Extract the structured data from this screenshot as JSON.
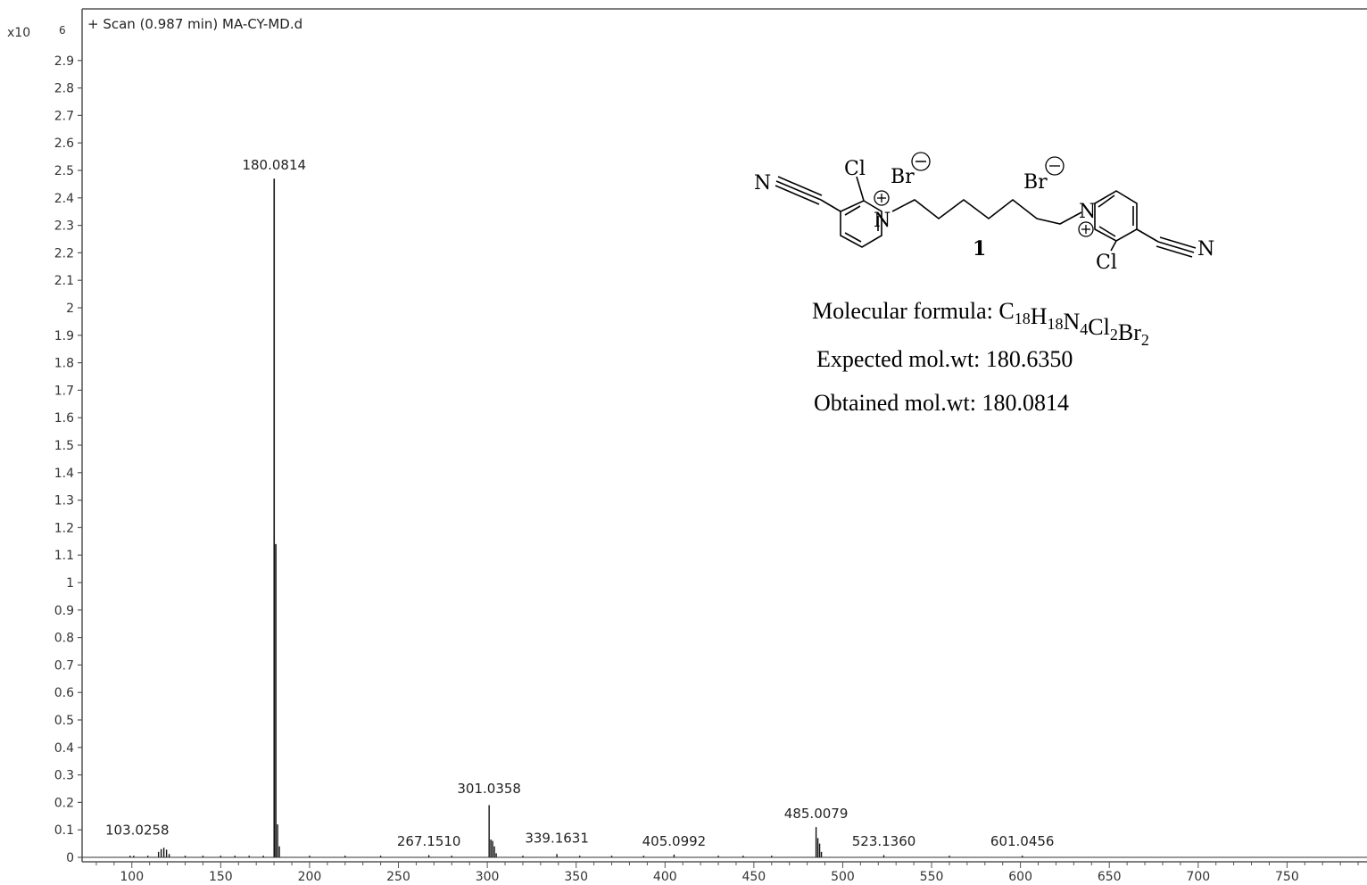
{
  "chart_data": {
    "type": "bar",
    "title": "+ Scan (0.987 min) MA-CY-MD.d",
    "y_multiplier_label": "x10",
    "y_multiplier_exp": "6",
    "xlim": [
      72,
      795
    ],
    "ylim": [
      0,
      3.0
    ],
    "x_ticks": [
      100,
      150,
      200,
      250,
      300,
      350,
      400,
      450,
      500,
      550,
      600,
      650,
      700,
      750
    ],
    "y_ticks": [
      "0",
      "0.1",
      "0.2",
      "0.3",
      "0.4",
      "0.5",
      "0.6",
      "0.7",
      "0.8",
      "0.9",
      "1",
      "1.1",
      "1.2",
      "1.3",
      "1.4",
      "1.5",
      "1.6",
      "1.7",
      "1.8",
      "1.9",
      "2",
      "2.1",
      "2.2",
      "2.3",
      "2.4",
      "2.5",
      "2.6",
      "2.7",
      "2.8",
      "2.9"
    ],
    "peaks": [
      {
        "x": 99,
        "y": 0.006
      },
      {
        "x": 101,
        "y": 0.006
      },
      {
        "x": 109,
        "y": 0.006
      },
      {
        "x": 115,
        "y": 0.02
      },
      {
        "x": 116.5,
        "y": 0.03
      },
      {
        "x": 118,
        "y": 0.035
      },
      {
        "x": 119.5,
        "y": 0.028
      },
      {
        "x": 121,
        "y": 0.012
      },
      {
        "x": 130,
        "y": 0.006
      },
      {
        "x": 140,
        "y": 0.006
      },
      {
        "x": 150,
        "y": 0.006
      },
      {
        "x": 158,
        "y": 0.006
      },
      {
        "x": 166,
        "y": 0.006
      },
      {
        "x": 174,
        "y": 0.006
      },
      {
        "x": 180.0814,
        "y": 2.47
      },
      {
        "x": 181,
        "y": 1.14
      },
      {
        "x": 182,
        "y": 0.12
      },
      {
        "x": 183,
        "y": 0.04
      },
      {
        "x": 200,
        "y": 0.006
      },
      {
        "x": 220,
        "y": 0.006
      },
      {
        "x": 240,
        "y": 0.006
      },
      {
        "x": 267.151,
        "y": 0.008
      },
      {
        "x": 280,
        "y": 0.006
      },
      {
        "x": 301.0358,
        "y": 0.19
      },
      {
        "x": 302,
        "y": 0.065
      },
      {
        "x": 303,
        "y": 0.06
      },
      {
        "x": 304,
        "y": 0.04
      },
      {
        "x": 305,
        "y": 0.015
      },
      {
        "x": 320,
        "y": 0.006
      },
      {
        "x": 339.1631,
        "y": 0.012
      },
      {
        "x": 352,
        "y": 0.006
      },
      {
        "x": 370,
        "y": 0.006
      },
      {
        "x": 388,
        "y": 0.006
      },
      {
        "x": 405.0992,
        "y": 0.01
      },
      {
        "x": 430,
        "y": 0.006
      },
      {
        "x": 444,
        "y": 0.006
      },
      {
        "x": 460,
        "y": 0.006
      },
      {
        "x": 485.0079,
        "y": 0.11
      },
      {
        "x": 486,
        "y": 0.07
      },
      {
        "x": 487,
        "y": 0.05
      },
      {
        "x": 488,
        "y": 0.02
      },
      {
        "x": 523.136,
        "y": 0.008
      },
      {
        "x": 560,
        "y": 0.006
      },
      {
        "x": 601.0456,
        "y": 0.006
      }
    ],
    "labels": [
      {
        "text": "103.0258",
        "x": 103.0258,
        "y": 0.07
      },
      {
        "text": "180.0814",
        "x": 180.0814,
        "y": 2.49
      },
      {
        "text": "267.1510",
        "x": 267.151,
        "y": 0.03
      },
      {
        "text": "301.0358",
        "x": 301.0358,
        "y": 0.22
      },
      {
        "text": "339.1631",
        "x": 339.1631,
        "y": 0.04
      },
      {
        "text": "405.0992",
        "x": 405.0992,
        "y": 0.03
      },
      {
        "text": "485.0079",
        "x": 485.0079,
        "y": 0.13
      },
      {
        "text": "523.1360",
        "x": 523.136,
        "y": 0.03
      },
      {
        "text": "601.0456",
        "x": 601.0456,
        "y": 0.03
      }
    ]
  },
  "molecule": {
    "N": "N",
    "Cl": "Cl",
    "Br": "Br",
    "compound_number": "1"
  },
  "info": {
    "formula_prefix": "Molecular formula: ",
    "formula_parts": [
      {
        "text": "C",
        "sub": false
      },
      {
        "text": "18",
        "sub": true
      },
      {
        "text": "H",
        "sub": false
      },
      {
        "text": "18",
        "sub": true
      },
      {
        "text": "N",
        "sub": false
      },
      {
        "text": "4",
        "sub": true
      },
      {
        "text": "Cl",
        "sub": false
      },
      {
        "text": "2",
        "sub": true
      },
      {
        "text": "Br",
        "sub": false
      },
      {
        "text": "2",
        "sub": true
      }
    ],
    "expected": "Expected mol.wt: 180.6350",
    "obtained": "Obtained mol.wt: 180.0814"
  }
}
